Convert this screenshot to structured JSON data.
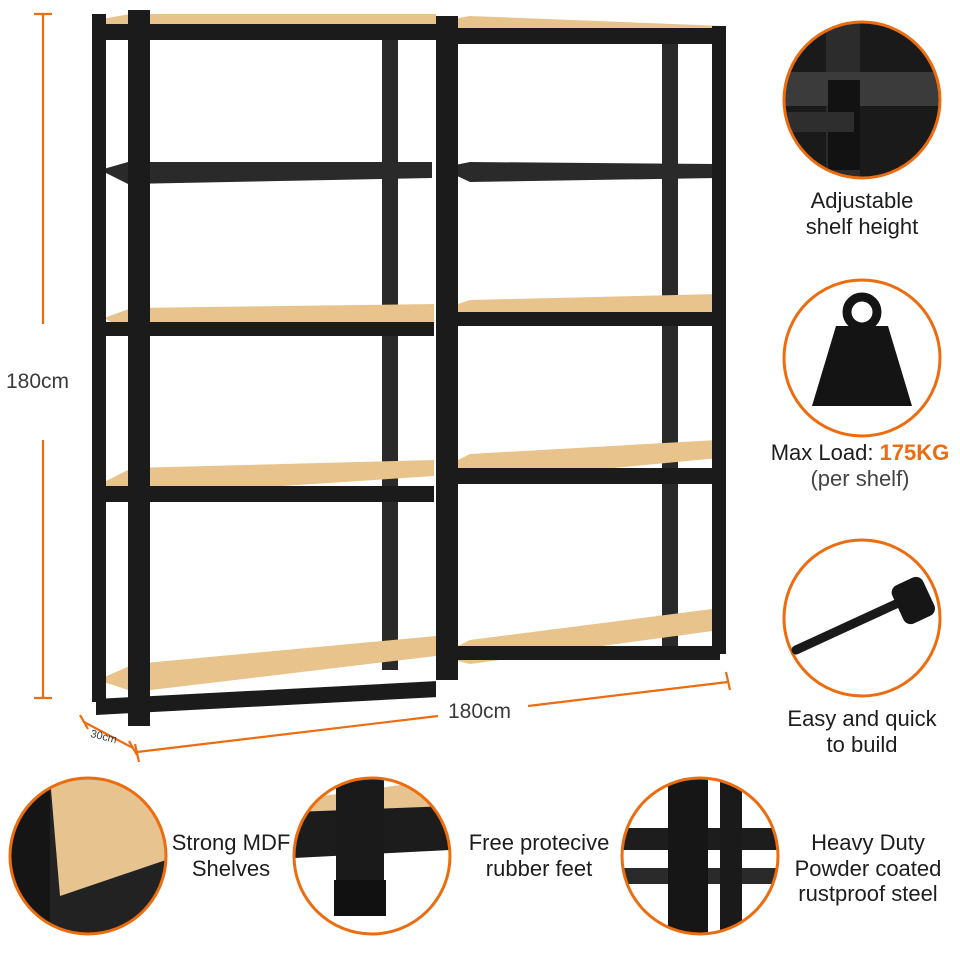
{
  "colors": {
    "accent": "#ec6c10",
    "frame": "#1b1b1b",
    "shelf": "#e8c48c",
    "shelf_edge": "#c79d5f",
    "background": "#ffffff"
  },
  "dimensions": {
    "height": "180cm",
    "width": "180cm",
    "depth": "30cm"
  },
  "features": {
    "adjustable": {
      "line1": "Adjustable",
      "line2": "shelf height",
      "icon": "shelf-corner-bracket-icon"
    },
    "max_load": {
      "label": "Max Load:",
      "value": "175KG",
      "note": "(per shelf)",
      "icon": "weight-icon"
    },
    "easy_build": {
      "line1": "Easy and quick",
      "line2": "to build",
      "icon": "rubber-mallet-icon"
    },
    "mdf": {
      "line1": "Strong MDF",
      "line2": "Shelves",
      "icon": "mdf-board-closeup-icon"
    },
    "feet": {
      "line1": "Free protecive",
      "line2": "rubber feet",
      "icon": "rubber-foot-closeup-icon"
    },
    "steel": {
      "line1": "Heavy Duty",
      "line2": "Powder coated",
      "line3": "rustproof steel",
      "icon": "steel-upright-closeup-icon"
    }
  }
}
